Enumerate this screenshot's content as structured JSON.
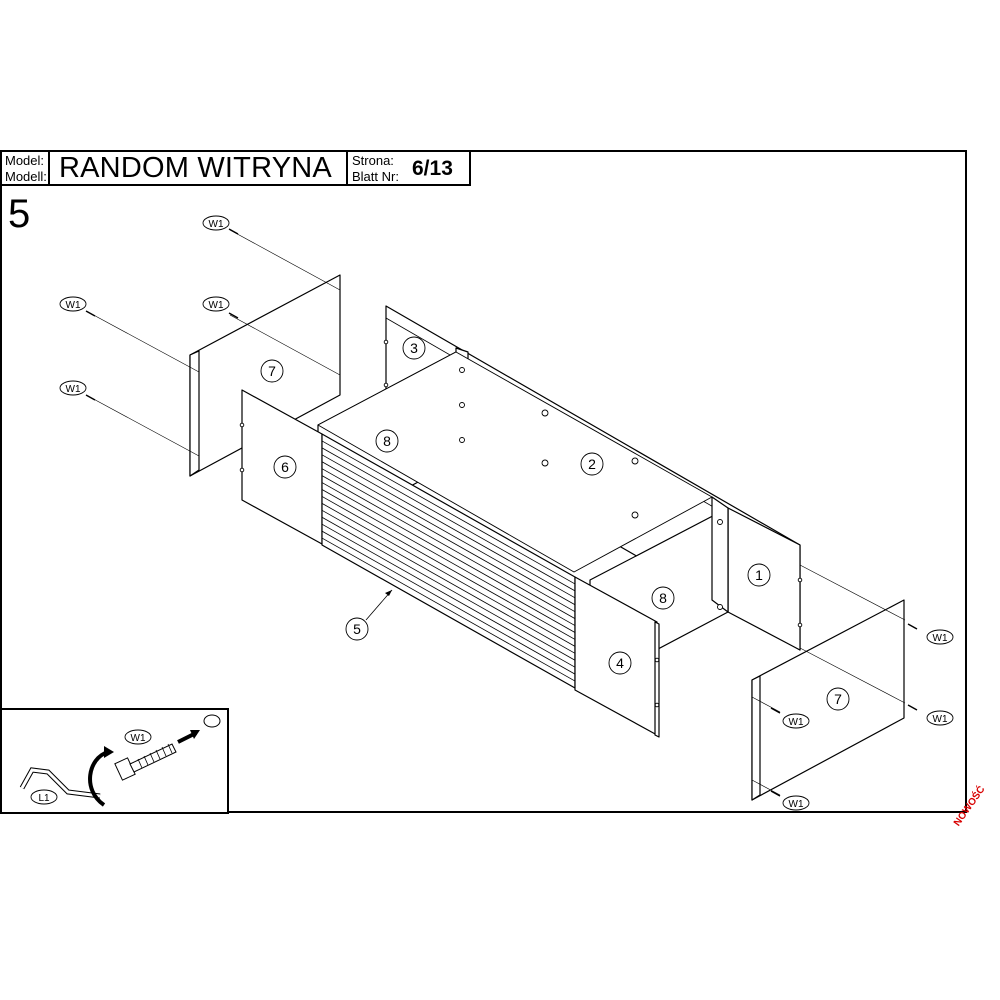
{
  "header": {
    "model_label_1": "Model:",
    "model_label_2": "Modell:",
    "model_name": "RANDOM WITRYNA",
    "page_label_1": "Strona:",
    "page_label_2": "Blatt Nr:",
    "page_number": "6/13"
  },
  "step_number": "5",
  "parts": {
    "p1": "1",
    "p2": "2",
    "p3": "3",
    "p4": "4",
    "p5": "5",
    "p6": "6",
    "p7": "7",
    "p8": "8"
  },
  "fittings": {
    "w1": "W1",
    "l1": "L1"
  },
  "stamp": "NOWOŚĆ",
  "colors": {
    "line": "#000000",
    "stamp": "#d80000"
  }
}
